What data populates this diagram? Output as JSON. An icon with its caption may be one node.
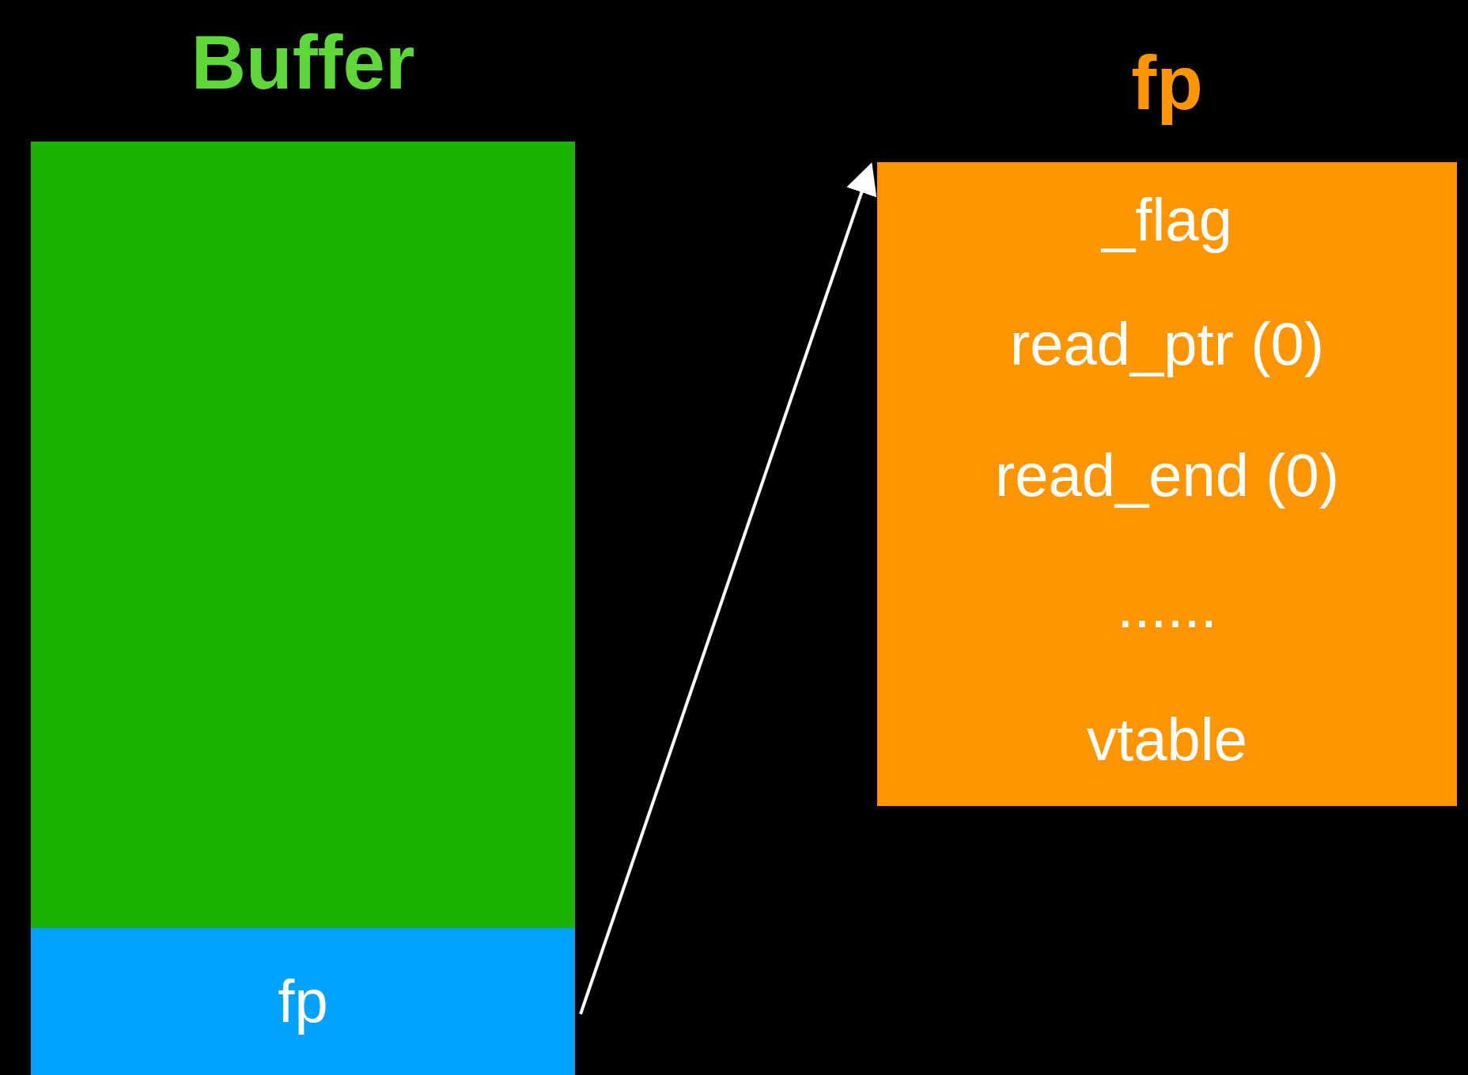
{
  "diagram": {
    "nodes": [
      {
        "text": [
          "Buffer"
        ]
      },
      {
        "text": [
          "fp"
        ],
        "in": 0
      },
      {
        "text": [
          "fp"
        ]
      },
      {
        "text": [
          "_flag"
        ],
        "in": 2
      },
      {
        "text": [
          "read_ptr (0)"
        ],
        "in": 2
      },
      {
        "text": [
          "read_end (0)"
        ],
        "in": 2
      },
      {
        "text": [
          "......"
        ],
        "in": 2
      },
      {
        "text": [
          "vtable"
        ],
        "in": 2
      }
    ],
    "edges": [
      {
        "from": 1,
        "to": 2,
        "arrow": "to"
      }
    ]
  }
}
